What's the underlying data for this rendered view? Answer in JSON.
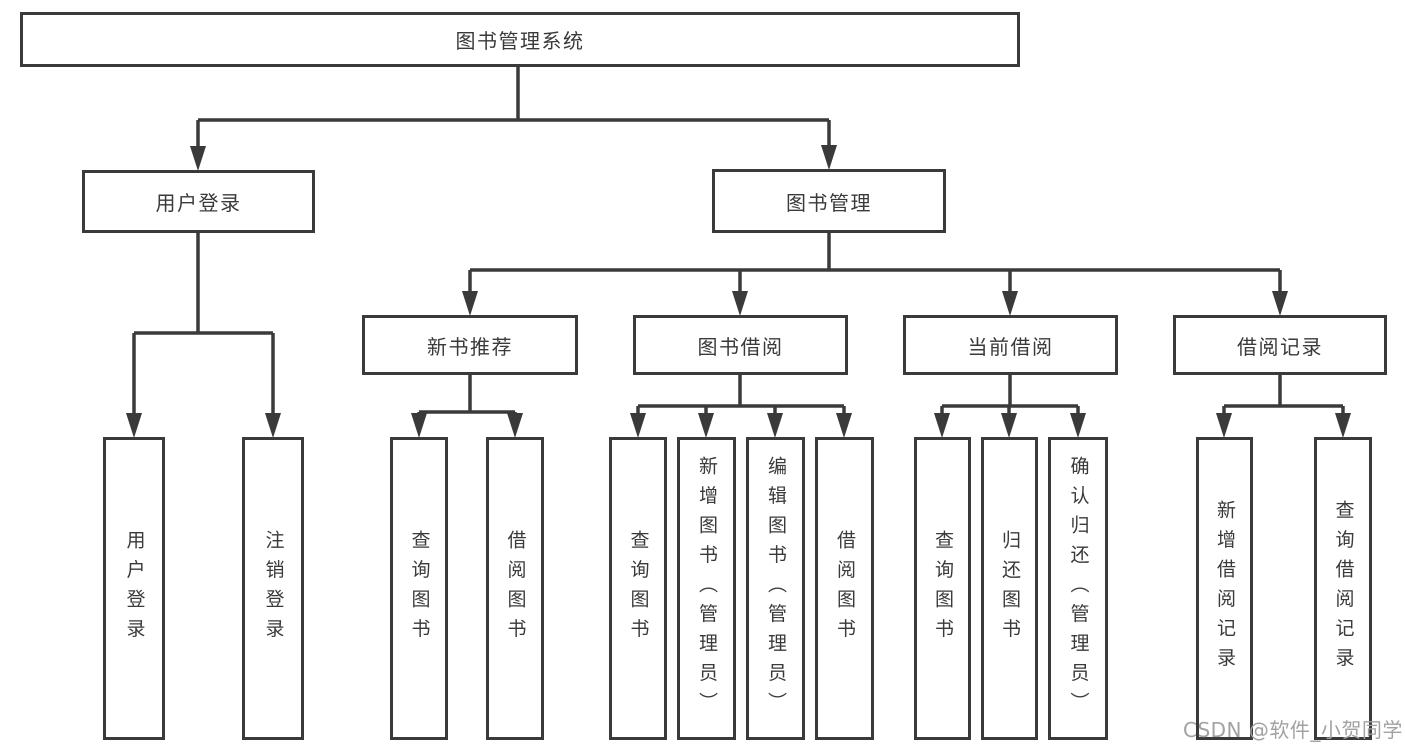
{
  "colors": {
    "line": "#3a3a3a",
    "text": "#3a3a3a",
    "box_background": "#ffffff",
    "watermark": "#a2a2a2"
  },
  "watermark": {
    "text": "CSDN @软件_小贺同学"
  },
  "nodes": {
    "root": {
      "label": "图书管理系统"
    },
    "user_login": {
      "label": "用户登录"
    },
    "book_mgmt": {
      "label": "图书管理"
    },
    "new_book_rec": {
      "label": "新书推荐"
    },
    "book_borrow": {
      "label": "图书借阅"
    },
    "current_borrow": {
      "label": "当前借阅"
    },
    "borrow_records": {
      "label": "借阅记录"
    },
    "leaf_user_login": {
      "label": "用户登录"
    },
    "leaf_logout": {
      "label": "注销登录"
    },
    "nbr_query_books": {
      "label": "查询图书"
    },
    "nbr_borrow_books": {
      "label": "借阅图书"
    },
    "bb_query_books": {
      "label": "查询图书"
    },
    "bb_add_books": {
      "label": "新增图书（管理员）"
    },
    "bb_edit_books": {
      "label": "编辑图书（管理员）"
    },
    "bb_borrow_books": {
      "label": "借阅图书"
    },
    "cb_query_books": {
      "label": "查询图书"
    },
    "cb_return_books": {
      "label": "归还图书"
    },
    "cb_confirm_return": {
      "label": "确认归还（管理员）"
    },
    "br_add_record": {
      "label": "新增借阅记录"
    },
    "br_query_record": {
      "label": "查询借阅记录"
    }
  },
  "edges": [
    {
      "from": "root",
      "to": "user_login"
    },
    {
      "from": "root",
      "to": "book_mgmt"
    },
    {
      "from": "user_login",
      "to": "leaf_user_login"
    },
    {
      "from": "user_login",
      "to": "leaf_logout"
    },
    {
      "from": "book_mgmt",
      "to": "new_book_rec"
    },
    {
      "from": "book_mgmt",
      "to": "book_borrow"
    },
    {
      "from": "book_mgmt",
      "to": "current_borrow"
    },
    {
      "from": "book_mgmt",
      "to": "borrow_records"
    },
    {
      "from": "new_book_rec",
      "to": "nbr_query_books"
    },
    {
      "from": "new_book_rec",
      "to": "nbr_borrow_books"
    },
    {
      "from": "book_borrow",
      "to": "bb_query_books"
    },
    {
      "from": "book_borrow",
      "to": "bb_add_books"
    },
    {
      "from": "book_borrow",
      "to": "bb_edit_books"
    },
    {
      "from": "book_borrow",
      "to": "bb_borrow_books"
    },
    {
      "from": "current_borrow",
      "to": "cb_query_books"
    },
    {
      "from": "current_borrow",
      "to": "cb_return_books"
    },
    {
      "from": "current_borrow",
      "to": "cb_confirm_return"
    },
    {
      "from": "borrow_records",
      "to": "br_add_record"
    },
    {
      "from": "borrow_records",
      "to": "br_query_record"
    }
  ]
}
